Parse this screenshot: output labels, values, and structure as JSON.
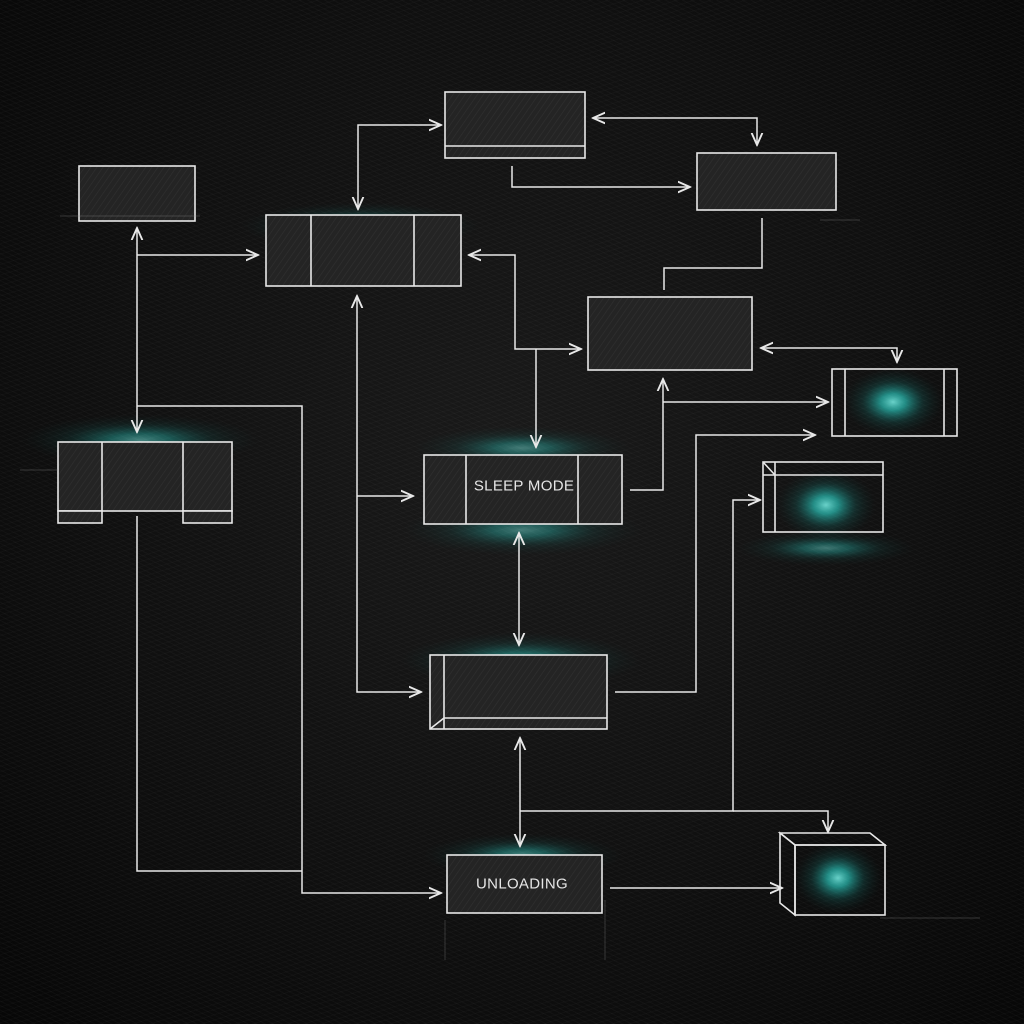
{
  "diagram": {
    "background": "#0c0c0c",
    "line_color": "#e8e8e8",
    "glow_color": "#2fe0d4",
    "box_fill": "#262626",
    "nodes": [
      {
        "id": "top-center",
        "label": ""
      },
      {
        "id": "top-right",
        "label": ""
      },
      {
        "id": "top-left",
        "label": ""
      },
      {
        "id": "upper-center",
        "label": ""
      },
      {
        "id": "middle-right",
        "label": ""
      },
      {
        "id": "glow-right",
        "label": ""
      },
      {
        "id": "left-mid",
        "label": ""
      },
      {
        "id": "sleep-mode",
        "label": "SLEEP MODE"
      },
      {
        "id": "cube-right",
        "label": ""
      },
      {
        "id": "lower-center",
        "label": ""
      },
      {
        "id": "unloading",
        "label": "UNLOADING"
      },
      {
        "id": "cube-bottom-right",
        "label": ""
      }
    ]
  }
}
